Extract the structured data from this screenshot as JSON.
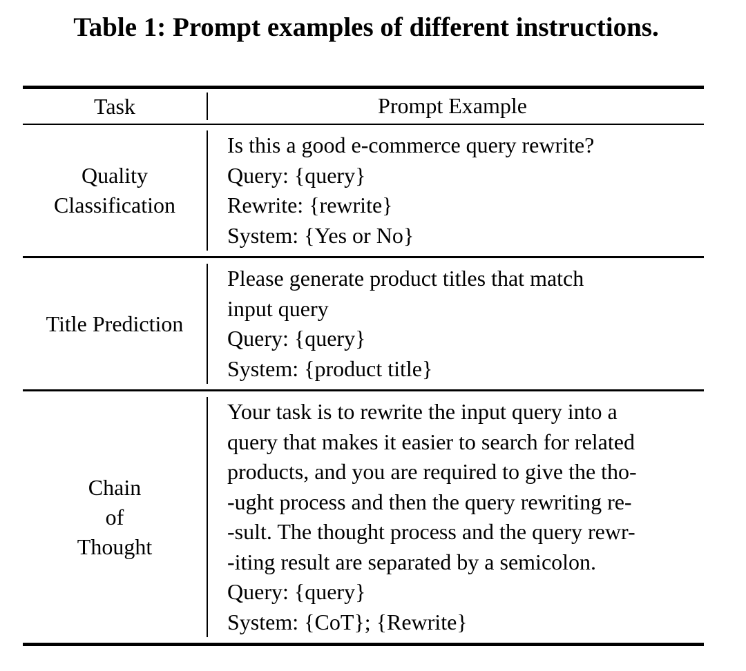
{
  "caption": "Table 1: Prompt examples of different instructions.",
  "table": {
    "headers": {
      "task": "Task",
      "prompt": "Prompt Example"
    },
    "rows": [
      {
        "task_lines": [
          "Quality",
          "Classification"
        ],
        "prompt_lines": [
          "Is this a good e-commerce query rewrite?",
          "Query: {query}",
          "Rewrite: {rewrite}",
          "System: {Yes or No}"
        ]
      },
      {
        "task_lines": [
          "Title Prediction"
        ],
        "prompt_lines": [
          "Please generate product titles that match",
          "input query",
          "Query: {query}",
          "System: {product title}"
        ]
      },
      {
        "task_lines": [
          "Chain",
          "of",
          "Thought"
        ],
        "prompt_lines": [
          "Your task is to rewrite the input query into a",
          "query that makes it easier to search for related",
          "products, and you are required to give the tho-",
          "-ught process and then the query rewriting re-",
          "-sult. The thought process and the query rewr-",
          "-iting result are separated by a semicolon.",
          "Query: {query}",
          "System: {CoT}; {Rewrite}"
        ]
      }
    ]
  }
}
